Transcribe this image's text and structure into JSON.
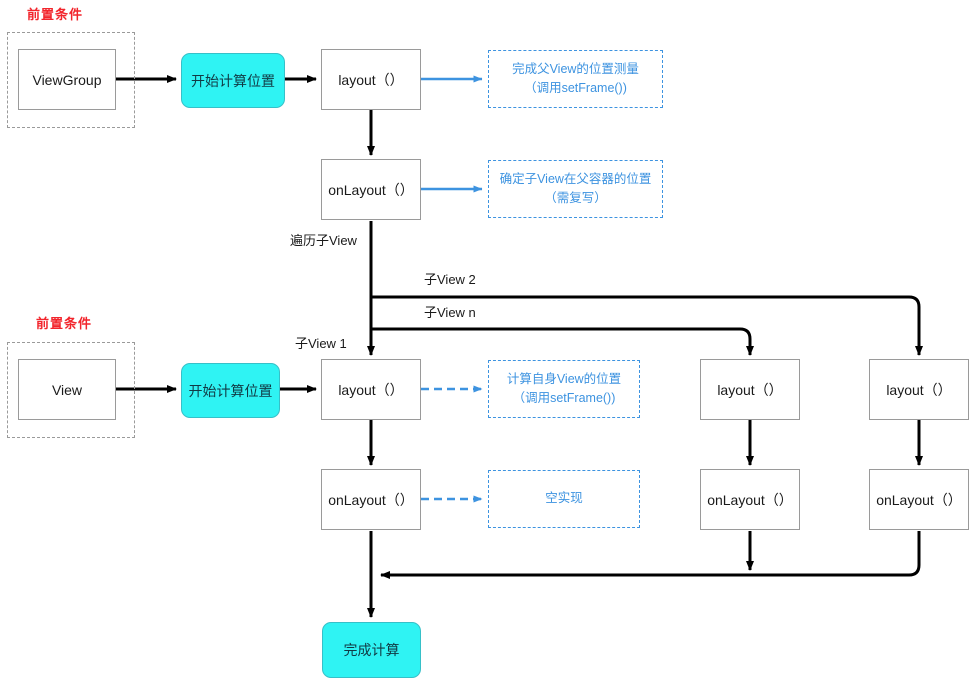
{
  "diagram": {
    "title": "View layout process flowchart",
    "colors": {
      "terminal_fill": "#2ff3f3",
      "terminal_stroke": "#36c0c8",
      "node_stroke": "#9a9a9a",
      "flow_stroke": "#000000",
      "note_stroke": "#3d93e0",
      "note_text": "#3d93e0",
      "caption_text": "#f2252c",
      "background": "#ffffff"
    }
  },
  "captions": [
    {
      "id": "caption-top",
      "text": "前置条件"
    },
    {
      "id": "caption-bottom",
      "text": "前置条件"
    }
  ],
  "nodes": {
    "viewgroup": "ViewGroup",
    "view": "View",
    "start_parent": "开始计算位置",
    "start_child": "开始计算位置",
    "parent_layout": "layout（）",
    "parent_onlayout": "onLayout（）",
    "child1_layout": "layout（）",
    "child1_onlayout": "onLayout（）",
    "child2_layout": "layout（）",
    "child2_onlayout": "onLayout（）",
    "childn_layout": "layout（）",
    "childn_onlayout": "onLayout（）",
    "finish": "完成计算"
  },
  "notes": {
    "parent_layout": {
      "line1": "完成父View的位置测量",
      "line2": "（调用setFrame())"
    },
    "parent_onlayout": {
      "line1": "确定子View在父容器的位置",
      "line2": "（需复写）"
    },
    "child_layout": {
      "line1": "计算自身View的位置",
      "line2": "（调用setFrame())"
    },
    "child_onlayout": {
      "line1": "空实现",
      "line2": ""
    }
  },
  "edge_labels": {
    "traverse": "遍历子View",
    "child2": "子View 2",
    "childn": "子View n",
    "child1": "子View 1"
  }
}
